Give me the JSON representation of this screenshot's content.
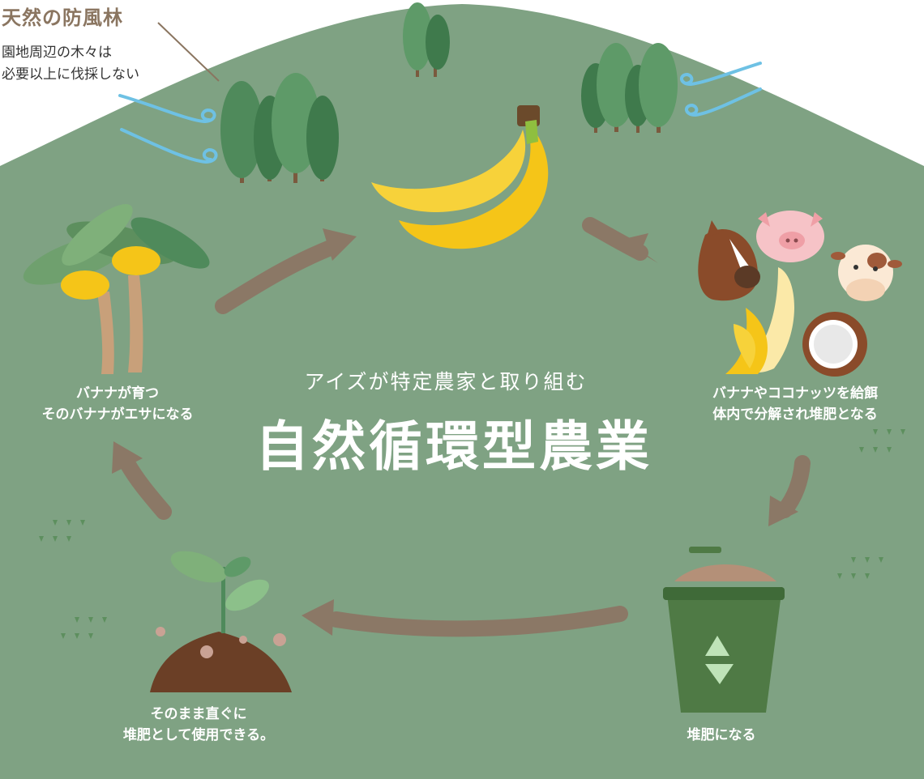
{
  "windbreak": {
    "title": "天然の防風林",
    "line1": "園地周辺の木々は",
    "line2": "必要以上に伐採しない"
  },
  "center": {
    "subtitle": "アイズが特定農家と取り組む",
    "title": "自然循環型農業"
  },
  "steps": {
    "grow": {
      "line1": "バナナが育つ",
      "line2": "そのバナナがエサになる"
    },
    "feed": {
      "line1": "バナナやココナッツを給餌",
      "line2": "体内で分解され堆肥となる"
    },
    "compost": {
      "line1": "堆肥になる"
    },
    "soil": {
      "line1": "そのまま直ぐに",
      "line2": "堆肥として使用できる。"
    }
  },
  "colors": {
    "background": "#7fa283",
    "arrow": "#8b7866",
    "banana": "#f5c518",
    "tree": "#4f8a5b",
    "bin": "#4f7a45",
    "wind": "#6ec1e4"
  }
}
